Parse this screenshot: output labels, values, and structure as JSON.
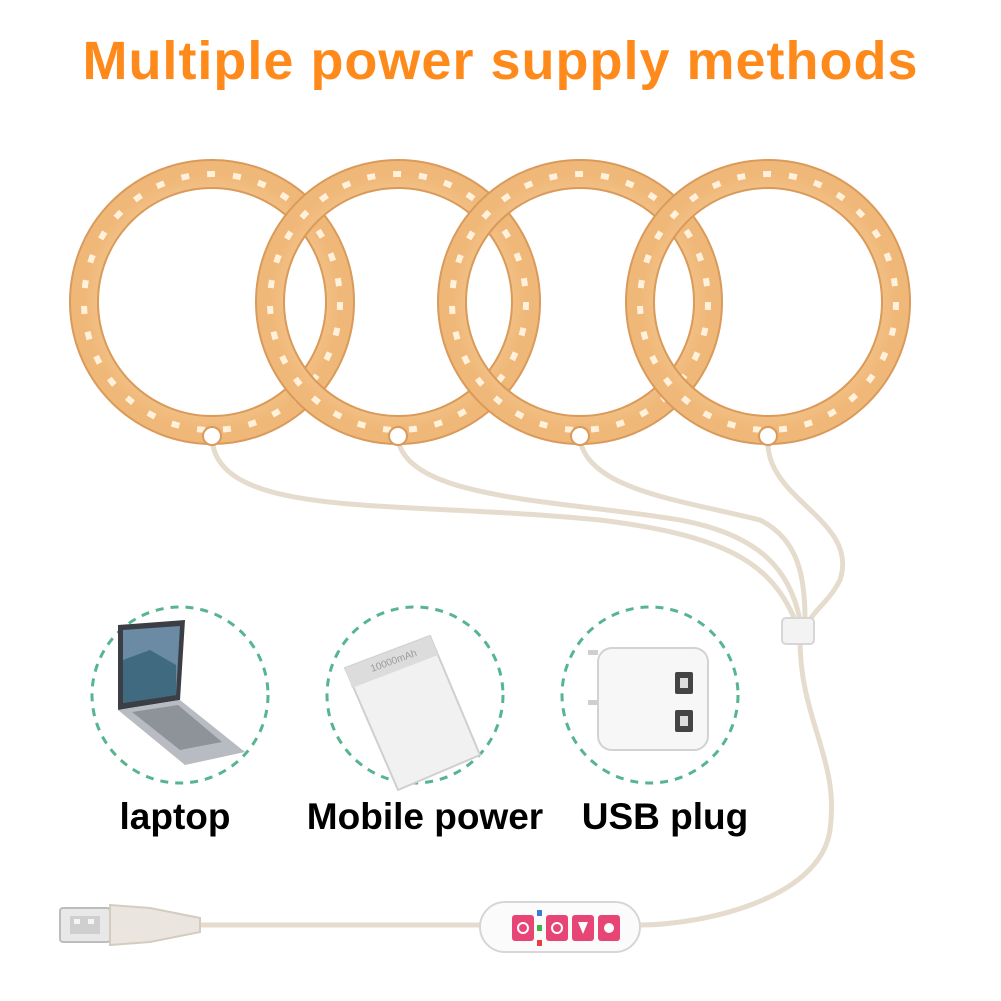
{
  "headline": "Multiple power supply methods",
  "options": [
    {
      "label": "laptop",
      "icon": "laptop-icon"
    },
    {
      "label": "Mobile power",
      "icon": "power-bank-icon"
    },
    {
      "label": "USB plug",
      "icon": "usb-charger-icon"
    }
  ],
  "power_bank_text": "10000mAh",
  "colors": {
    "headline": "#ff8a1c",
    "ring": "#f4c590",
    "ring_dark": "#d99a5a",
    "cable": "#e6dccd",
    "dashed_circle": "#56b58f",
    "controller_buttons": "#e84577"
  }
}
